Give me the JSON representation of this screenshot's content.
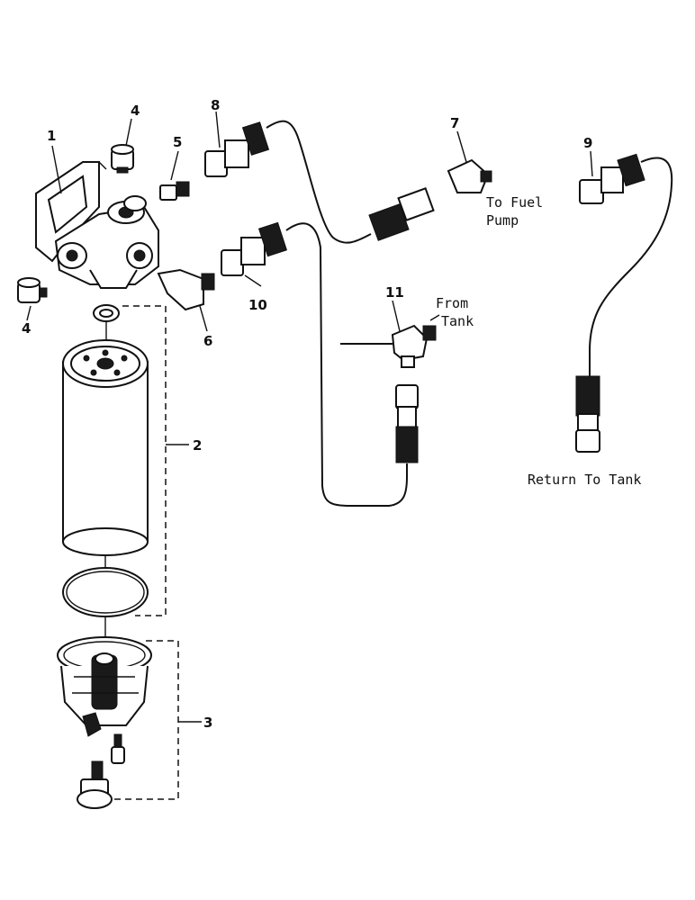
{
  "callouts": {
    "c1": "1",
    "c2": "2",
    "c3": "3",
    "c4a": "4",
    "c4b": "4",
    "c5": "5",
    "c6": "6",
    "c7": "7",
    "c8": "8",
    "c9": "9",
    "c10": "10",
    "c11": "11"
  },
  "labels": {
    "to_fuel_line1": "To Fuel",
    "to_fuel_line2": "Pump",
    "from_tank_line1": "From",
    "from_tank_line2": "Tank",
    "return_to_tank": "Return To Tank"
  }
}
